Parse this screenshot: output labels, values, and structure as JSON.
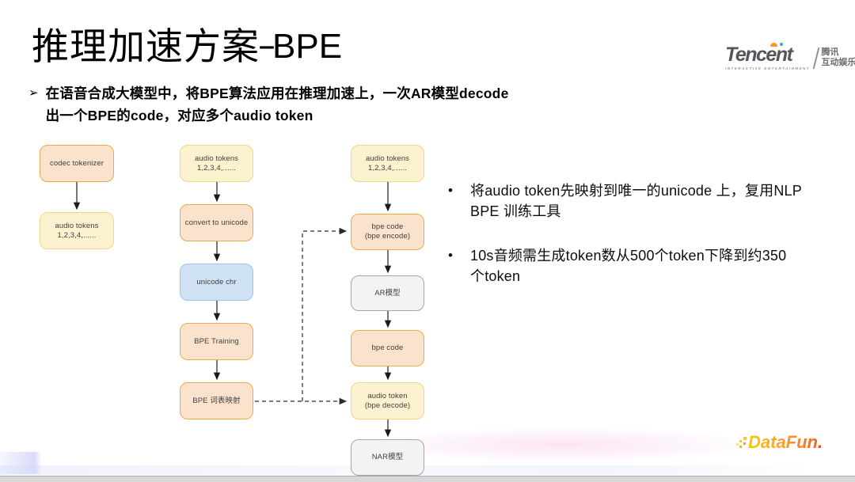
{
  "colors": {
    "peach_fill": "#FBE2CC",
    "peach_border": "#EBAB4D",
    "yellow_fill": "#FDF2CF",
    "yellow_border": "#EFD78A",
    "blue_fill": "#CFE2F3",
    "blue_border": "#9FC5E8",
    "gray_fill": "#F3F3F3",
    "gray_border": "#A6A6A6",
    "datafun_orange_gradient": [
      "#FFC400",
      "#F4631E"
    ],
    "footer_gray": "#D8D8D8"
  },
  "header": {
    "title_zh": "推理加速方案",
    "title_dash": "–",
    "title_en": "BPE"
  },
  "tencent_logo": {
    "wordmark": "Tencent",
    "tagline": "INTERACTIVE ENTERTAINMENT",
    "cn_top": "腾讯",
    "cn_bottom": "互动娱乐"
  },
  "intro": {
    "marker": "➢",
    "line1": "在语音合成大模型中，将BPE算法应用在推理加速上，一次AR模型decode",
    "line2": "出一个BPE的code，对应多个audio token"
  },
  "flowchart": {
    "boxes": [
      {
        "line1": "codec tokenizer",
        "style": "peach"
      },
      {
        "line1": "audio tokens",
        "line2": "1,2,3,4,......",
        "style": "yellow"
      },
      {
        "line1": "audio tokens",
        "line2": "1,2,3,4,......",
        "style": "yellow"
      },
      {
        "line1": "convert to unicode",
        "style": "peach"
      },
      {
        "line1": "unicode chr",
        "style": "blue"
      },
      {
        "line1": "BPE Training",
        "style": "peach"
      },
      {
        "line1": "BPE 词表映射",
        "style": "peach"
      },
      {
        "line1": "audio tokens",
        "line2": "1,2,3,4,......",
        "style": "yellow"
      },
      {
        "line1": "bpe code",
        "line2": "(bpe encode)",
        "style": "peach"
      },
      {
        "line1": "AR模型",
        "style": "gray"
      },
      {
        "line1": "bpe code",
        "style": "peach"
      },
      {
        "line1": "audio token",
        "line2": "(bpe decode)",
        "style": "yellow"
      },
      {
        "line1": "NAR模型",
        "style": "gray"
      }
    ],
    "edges": {
      "solid": [
        [
          "codec tokenizer",
          "audio tokens"
        ],
        [
          "audio tokens",
          "convert to unicode"
        ],
        [
          "convert to unicode",
          "unicode chr"
        ],
        [
          "unicode chr",
          "BPE Training"
        ],
        [
          "BPE Training",
          "BPE 词表映射"
        ],
        [
          "audio tokens",
          "bpe code (bpe encode)"
        ],
        [
          "bpe code (bpe encode)",
          "AR模型"
        ],
        [
          "AR模型",
          "bpe code"
        ],
        [
          "bpe code",
          "audio token (bpe decode)"
        ],
        [
          "audio token (bpe decode)",
          "NAR模型"
        ]
      ],
      "dashed": [
        [
          "BPE 词表映射",
          "bpe code (bpe encode)"
        ],
        [
          "BPE 词表映射",
          "audio token (bpe decode)"
        ]
      ]
    }
  },
  "bullets": {
    "marker": "•",
    "items": [
      {
        "line1": "将audio token先映射到唯一的unicode 上，复用NLP",
        "line2": "BPE 训练工具"
      },
      {
        "line1": "10s音频需生成token数从500个token下降到约350",
        "line2": "个token"
      }
    ]
  },
  "datafun_logo": {
    "text": "DataFun",
    "period": "."
  }
}
